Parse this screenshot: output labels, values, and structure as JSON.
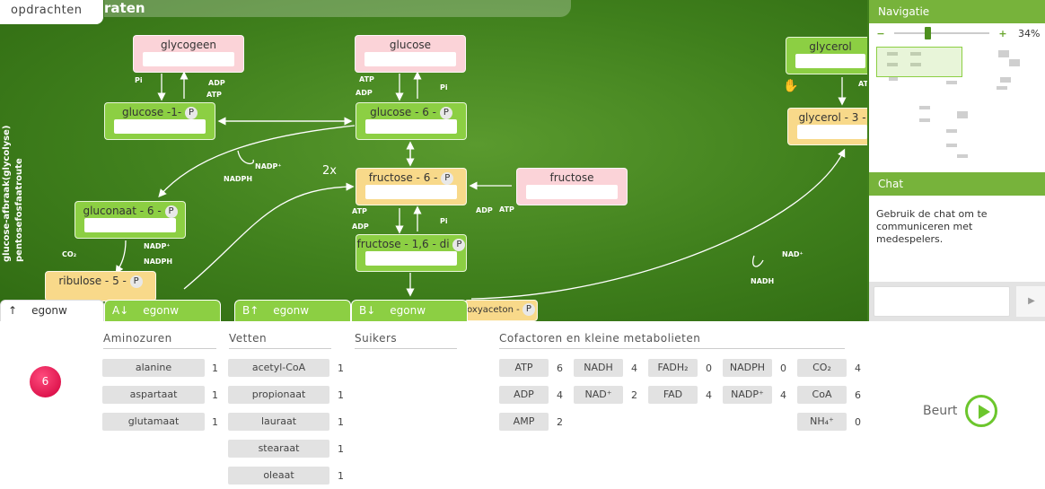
{
  "tabs": {
    "opdrachten": "opdrachten"
  },
  "title_fragment": "raten",
  "map": {
    "nodes": {
      "glycogeen": "glycogeen",
      "glucose": "glucose",
      "glycerol": "glycerol",
      "glucose1p": "glucose -1-",
      "glucose6p": "glucose - 6 -",
      "glycerol3p": "glycerol - 3 -",
      "fructose6p": "fructose - 6 -",
      "fructose": "fructose",
      "gluconaat6p": "gluconaat - 6 -",
      "fructose16dip": "fructose - 1,6 - di",
      "ribulose5p": "ribulose - 5 -",
      "oxyaceton": "oxyaceton -"
    },
    "p_label": "P",
    "labels": {
      "pi1": "Pi",
      "adp1": "ADP",
      "atp1": "ATP",
      "atp2": "ATP",
      "adp2": "ADP",
      "pi2": "Pi",
      "atp3": "ATP",
      "adp3": "ADP",
      "pi3": "Pi",
      "adp4": "ADP",
      "atp4": "ATP",
      "nadp1": "NADP⁺",
      "nadph1": "NADPH",
      "nadp2": "NADP⁺",
      "nadph2": "NADPH",
      "co2": "CO₂",
      "nad": "NAD⁺",
      "nadh": "NADH",
      "atpgly": "AT",
      "twox": "2x"
    },
    "vertical_labels": {
      "glycolyse": "glucose-afbraak(glycolyse)",
      "pentose": "pentosefosfaatroute"
    }
  },
  "navigatie": {
    "title": "Navigatie",
    "zoom": "34%",
    "minus": "−",
    "plus": "+"
  },
  "chat": {
    "title": "Chat",
    "message": "Gebruik de chat om te communiceren met medespelers.",
    "send": "▶"
  },
  "game_tabs": [
    {
      "prefix": "↑",
      "name": "egonw"
    },
    {
      "prefix": "A↓",
      "name": "egonw"
    },
    {
      "prefix": "B↑",
      "name": "egonw"
    },
    {
      "prefix": "B↓",
      "name": "egonw"
    }
  ],
  "badge": "6",
  "columns": {
    "aminozuren": {
      "title": "Aminozuren",
      "items": [
        {
          "name": "alanine",
          "count": "1"
        },
        {
          "name": "aspartaat",
          "count": "1"
        },
        {
          "name": "glutamaat",
          "count": "1"
        }
      ]
    },
    "vetten": {
      "title": "Vetten",
      "items": [
        {
          "name": "acetyl-CoA",
          "count": "1"
        },
        {
          "name": "propionaat",
          "count": "1"
        },
        {
          "name": "lauraat",
          "count": "1"
        },
        {
          "name": "stearaat",
          "count": "1"
        },
        {
          "name": "oleaat",
          "count": "1"
        }
      ]
    },
    "suikers": {
      "title": "Suikers"
    },
    "cofactoren": {
      "title": "Cofactoren en kleine metabolieten",
      "items": [
        {
          "name": "ATP",
          "count": "6"
        },
        {
          "name": "NADH",
          "count": "4"
        },
        {
          "name": "FADH₂",
          "count": "0"
        },
        {
          "name": "NADPH",
          "count": "0"
        },
        {
          "name": "CO₂",
          "count": "4"
        },
        {
          "name": "ADP",
          "count": "4"
        },
        {
          "name": "NAD⁺",
          "count": "2"
        },
        {
          "name": "FAD",
          "count": "4"
        },
        {
          "name": "NADP⁺",
          "count": "4"
        },
        {
          "name": "CoA",
          "count": "6"
        },
        {
          "name": "AMP",
          "count": "2"
        },
        {
          "name": "NH₄⁺",
          "count": "0"
        }
      ]
    }
  },
  "beurt": "Beurt"
}
